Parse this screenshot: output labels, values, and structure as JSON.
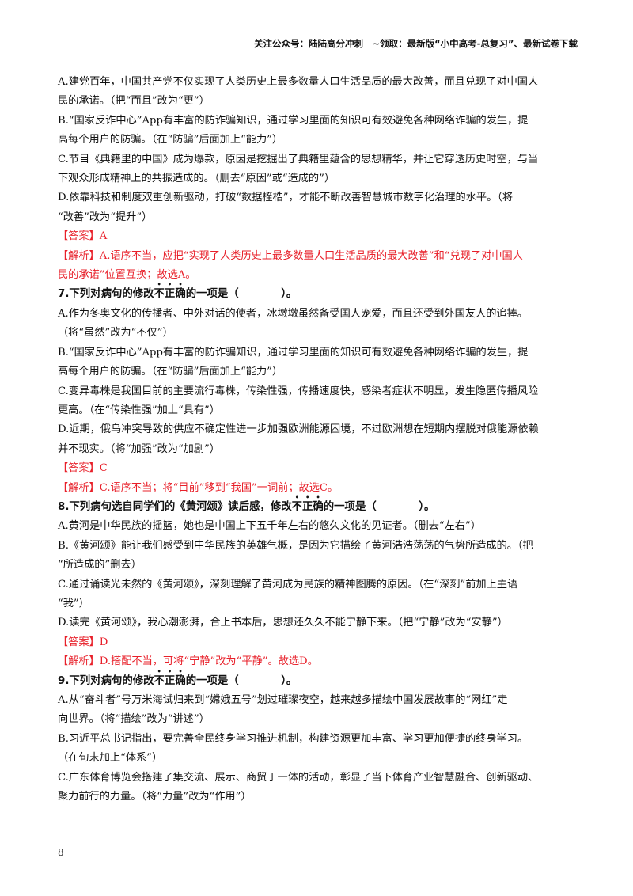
{
  "header": {
    "text": "关注公众号：陆陆高分冲刺　~领取：最新版“小中高考-总复习”、最新试卷下载"
  },
  "q6_tail": {
    "option_a": [
      "A.建党百年，中国共产党不仅实现了人类历史上最多数量人口生活品质的最大改善，而且兑现了对中国人",
      "民的承诺。（把“而且”改为“更”）"
    ],
    "option_b": [
      "B.“国家反诈中心”App有丰富的防诈骗知识，通过学习里面的知识可有效避免各种网络诈骗的发生，提",
      "高每个用户的防骗。（在“防骗”后面加上“能力”）"
    ],
    "option_c": [
      "C.节目《典籍里的中国》成为爆款，原因是挖掘出了典籍里蕴含的思想精华，并让它穿透历史时空，与当",
      "下观众形成精神上的共振造成的。（删去“原因”或“造成的”）"
    ],
    "option_d": [
      "D.依靠科技和制度双重创新驱动，打破“数据桎梏”，才能不断改善智慧城市数字化治理的水平。（将",
      "“改善”改为“提升”）"
    ],
    "answer": "【答案】A",
    "analysis_label": "【解析】",
    "analysis": [
      "A.语序不当，应把“实现了人类历史上最多数量人口生活品质的最大改善”和“兑现了对中国人",
      "民的承诺”位置互换；故选A。"
    ]
  },
  "q7": {
    "stem_before": "7.下列对病句的修改",
    "stem_dotted": [
      "不",
      "正",
      "确"
    ],
    "stem_after": "的一项是（　　　　）。",
    "option_a": [
      "A.作为冬奥文化的传播者、中外对话的使者，冰墩墩虽然备受国人宠爱，而且还受到外国友人的追捧。",
      "（将“虽然”改为“不仅”）"
    ],
    "option_b": [
      "B.“国家反诈中心”App有丰富的防诈骗知识，通过学习里面的知识可有效避免各种网络诈骗的发生，提",
      "高每个用户的防骗。（在“防骗”后面加上“能力”）"
    ],
    "option_c": [
      "C.变异毒株是我国目前的主要流行毒株，传染性强，传播速度快，感染者症状不明显，发生隐匿传播风险",
      "更高。（在“传染性强”加上“具有”）"
    ],
    "option_d": [
      "D.近期，俄乌冲突导致的供应不确定性进一步加强欧洲能源困境，不过欧洲想在短期内摆脱对俄能源依赖",
      "并不现实。（将“加强”改为“加剧”）"
    ],
    "answer": "【答案】C",
    "analysis_label": "【解析】",
    "analysis": [
      "C.语序不当；将“目前”移到“我国”一词前；故选C。"
    ]
  },
  "q8": {
    "stem_before": "8.下列病句选自同学们的《黄河颂》读后感，修改",
    "stem_dotted": [
      "不",
      "正",
      "确"
    ],
    "stem_after": "的一项是（　　　　）。",
    "option_a": [
      "A.黄河是中华民族的摇篮，她也是中国上下五千年左右的悠久文化的见证者。（删去“左右”）"
    ],
    "option_b": [
      "B.《黄河颂》能让我们感受到中华民族的英雄气概，是因为它描绘了黄河浩浩荡荡的气势所造成的。（把",
      "“所造成的”删去）"
    ],
    "option_c": [
      "C.通过诵读光未然的《黄河颂》，深刻理解了黄河成为民族的精神图腾的原因。（在“深刻”前加上主语",
      "“我”）"
    ],
    "option_d": [
      "D.读完《黄河颂》，我心潮澎湃，合上书本后，思想还久久不能宁静下来。（把“宁静”改为“安静”）"
    ],
    "answer": "【答案】D",
    "analysis_label": "【解析】",
    "analysis": [
      "D.搭配不当，可将“宁静”改为“平静”。故选D。"
    ]
  },
  "q9": {
    "stem_before": "9.下列对病句的修改",
    "stem_dotted": [
      "不",
      "正",
      "确"
    ],
    "stem_after": "的一项是（　　　　）。",
    "option_a": [
      "A.从“奋斗者”号万米海试归来到“嫦娥五号”划过璀璨夜空，越来越多描绘中国发展故事的“网红”走",
      "向世界。（将“描绘”改为“讲述”）"
    ],
    "option_b": [
      "B.习近平总书记指出，要完善全民终身学习推进机制，构建资源更加丰富、学习更加便捷的终身学习。",
      "（在句末加上“体系”）"
    ],
    "option_c": [
      "C.广东体育博览会搭建了集交流、展示、商贸于一体的活动，彰显了当下体育产业智慧融合、创新驱动、",
      "聚力前行的力量。（将“力量”改为“作用”）"
    ]
  },
  "page_number": "8"
}
